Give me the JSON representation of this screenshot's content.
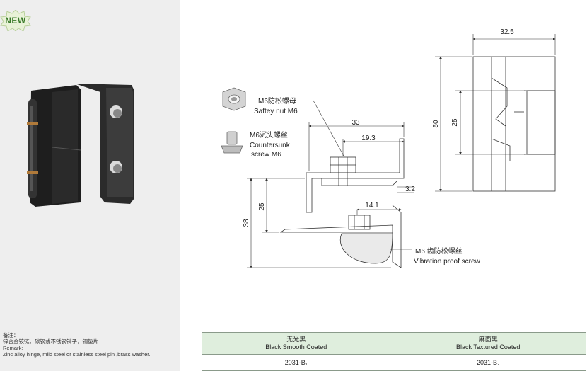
{
  "badge": {
    "text": "NEW"
  },
  "remark": {
    "cn_title": "备注：",
    "cn_text": "锌合金铰链，碳钢或不锈钢销子，铜垫片 .",
    "en_title": "Remark:",
    "en_text": "Zinc alloy hinge, mild steel or stainless steel pin ,brass washer."
  },
  "drawing": {
    "dims": {
      "width_top": "32.5",
      "height_total": "50",
      "height_inner": "25",
      "nut_span": "33",
      "nut_offset": "19.3",
      "thickness": "3.2",
      "lower_offset": "14.1",
      "side_height": "38",
      "side_inner": "25"
    },
    "callouts": {
      "nut_cn": "M6防松螺母",
      "nut_en": "Saftey nut M6",
      "screw_cn": "M6沉头螺丝",
      "screw_en_1": "Countersunk",
      "screw_en_2": "screw  M6",
      "vib_cn": "M6 齿防松螺丝",
      "vib_en": "Vibration proof screw"
    }
  },
  "table": {
    "col1_cn": "无光黑",
    "col1_en": "Black Smooth Coated",
    "col2_cn": "麻面黑",
    "col2_en": "Black Textured Coated",
    "col1_code": "2031-B₁",
    "col2_code": "2031-B₂"
  },
  "colors": {
    "badge_green": "#3a7a2a",
    "table_header": "#dfeedd",
    "panel_gray": "#eeeeee"
  }
}
